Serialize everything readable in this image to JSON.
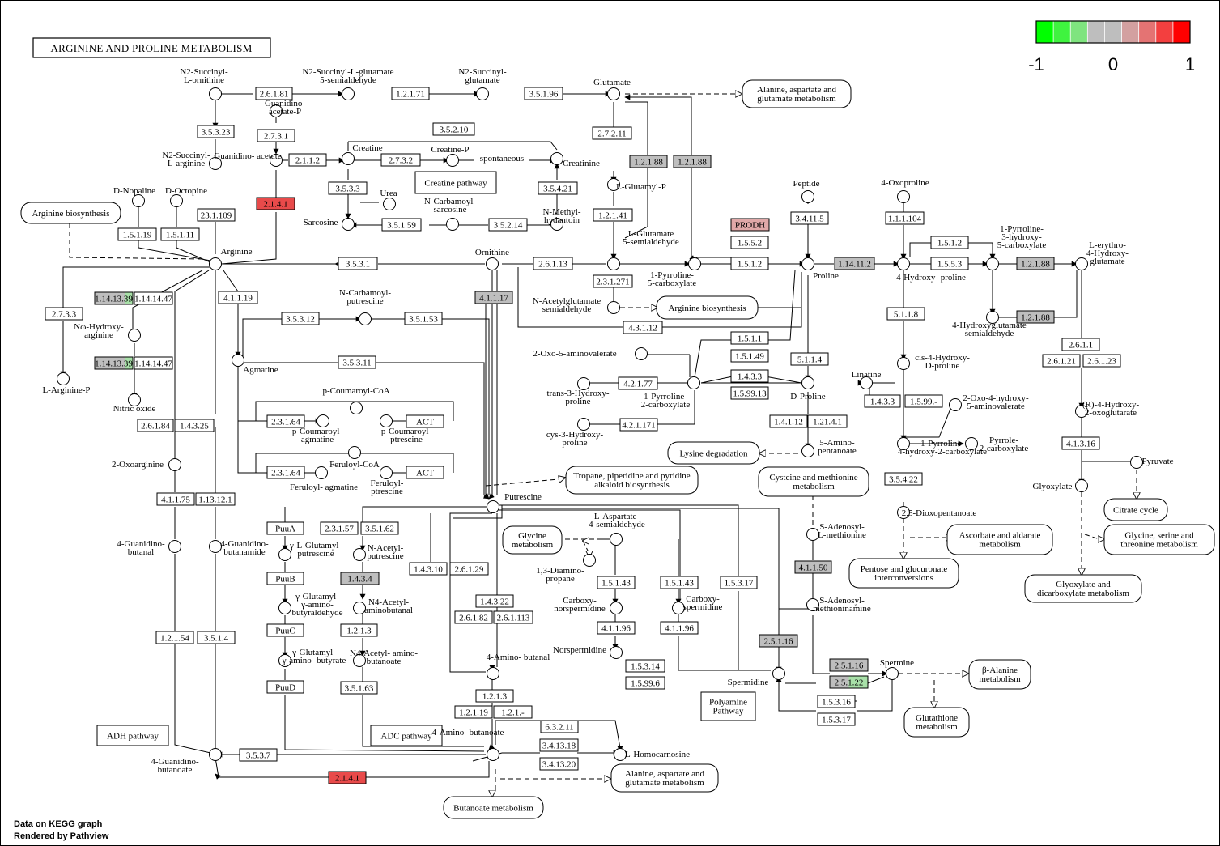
{
  "title": "ARGININE AND PROLINE METABOLISM",
  "credits": [
    "Data on KEGG graph",
    "Rendered by Pathview"
  ],
  "legend": {
    "min_label": "-1",
    "mid_label": "0",
    "max_label": "1",
    "colors": [
      "#00ff00",
      "#3ff33f",
      "#7fe47f",
      "#bebebe",
      "#bebebe",
      "#d3a0a0",
      "#e47373",
      "#f33f3f",
      "#ff0000"
    ]
  },
  "colors": {
    "high_red": "#e84a4a",
    "pink": "#e0a8a8",
    "gray": "#bebebe",
    "green_part": "#a8e0a8",
    "white": "#ffffff"
  },
  "pathway_boxes": [
    "Alanine, aspartate and glutamate metabolism",
    "Arginine biosynthesis",
    "Arginine biosynthesis",
    "Creatine pathway",
    "Tropane, piperidine and pyridine alkaloid biosynthesis",
    "Lysine degradation",
    "Cysteine and methionine metabolism",
    "Glycine metabolism",
    "Pentose and glucuronate interconversions",
    "Ascorbate and aldarate metabolism",
    "Citrate cycle",
    "Glycine, serine and threonine metabolism",
    "Glyoxylate and dicarboxylate metabolism",
    "β-Alanine metabolism",
    "Glutathione metabolism",
    "Polyamine Pathway",
    "ADH pathway",
    "ADC pathway",
    "Alanine, aspartate and glutamate metabolism",
    "Butanoate metabolism"
  ],
  "compounds": [
    "N2-Succinyl- L-ornithine",
    "N2-Succinyl-L-glutamate 5-semialdehyde",
    "N2-Succinyl- glutamate",
    "Glutamate",
    "Guanidino- acetate-P",
    "N2-Succinyl- L-arginine",
    "Guanidino- acetate",
    "Creatine",
    "Creatine-P",
    "spontaneous",
    "Creatinine",
    "L-Glutamyl-P",
    "Urea",
    "N-Carbamoyl- sarcosine",
    "Sarcosine",
    "N-Methyl- hydantoin",
    "D-Nopaline",
    "D-Octopine",
    "Arginine",
    "L-Glutamate 5-semialdehyde",
    "Ornithine",
    "Peptide",
    "4-Oxoproline",
    "1-Pyrroline- 3-hydroxy- 5-carboxylate",
    "L-erythro- 4-Hydroxy- glutamate",
    "1-Pyrroline- 5-carboxylate",
    "Proline",
    "4-Hydroxy- proline",
    "N-Acetylglutamate semialdehyde",
    "4-Hydroxyglutamate semialdehyde",
    "Nω-Hydroxy- arginine",
    "N-Carbamoyl- putrescine",
    "L-Arginine-P",
    "Nitric oxide",
    "Agmatine",
    "2-Oxo-5-aminovalerate",
    "cis-4-Hydroxy- D-proline",
    "Linatine",
    "trans-3-Hydroxy- proline",
    "1-Pyrroline- 2-carboxylate",
    "D-Proline",
    "2-Oxo-4-hydroxy- 5-aminovalerate",
    "p-Coumaroyl-CoA",
    "p-Coumaroyl- agmatine",
    "p-Coumaroyl- ptrescine",
    "(R)-4-Hydroxy- 2-oxoglutarate",
    "cys-3-Hydroxy- proline",
    "5-Amino- pentanoate",
    "1-Pyrroline- 4-hydroxy-2-carboxylate",
    "Pyrrole- 2-carboxylate",
    "Feruloyl-CoA",
    "Feruloyl- agmatine",
    "Feruloyl- ptrescine",
    "2-Oxoarginine",
    "Putrescine",
    "Pyruvate",
    "Glyoxylate",
    "L-Aspartate- 4-semialdehyde",
    "S-Adenosyl- L-methionine",
    "2,5-Dioxopentanoate",
    "4-Guanidino- butanal",
    "4-Guanidino- butanamide",
    "γ-L-Glutamyl- putrescine",
    "N-Acetyl- putrescine",
    "1,3-Diamino- propane",
    "γ-Glutamyl- γ-amino- butyraldehyde",
    "N4-Acetyl- aminobutanal",
    "Carboxy- norspermidine",
    "Carboxy- spermidine",
    "S-Adenosyl- methioninamine",
    "γ-Glutamyl- γ-amino- butyrate",
    "N4-Acetyl- amino- butanoate",
    "Norspermidine",
    "4-Amino- butanal",
    "Spermine",
    "Spermidine",
    "4-Guanidino- butanoate",
    "4-Amino- butanoate",
    "L-Homocarnosine"
  ],
  "enzymes": [
    "2.6.1.81",
    "1.2.1.71",
    "3.5.1.96",
    "3.5.3.23",
    "2.7.3.1",
    "3.5.2.10",
    "2.1.1.2",
    "2.7.3.2",
    "2.7.2.11",
    "1.2.1.88",
    "1.2.1.88",
    "3.5.3.3",
    "3.5.4.21",
    "2.1.4.1",
    "23.1.109",
    "3.5.1.59",
    "3.5.2.14",
    "1.2.1.41",
    "PRODH",
    "1.5.5.2",
    "3.4.11.5",
    "1.1.1.104",
    "1.5.1.19",
    "1.5.1.11",
    "3.5.3.1",
    "2.6.1.13",
    "1.5.1.2",
    "1.14.11.2",
    "1.5.1.2",
    "1.5.5.3",
    "1.2.1.88",
    "2.3.1.271",
    "1.14.13.39",
    "1.14.14.47",
    "4.1.1.19",
    "4.1.1.17",
    "2.7.3.3",
    "3.5.3.12",
    "3.5.1.53",
    "4.3.1.12",
    "1.2.1.88",
    "1.5.1.1",
    "5.1.1.8",
    "1.14.13.39",
    "1.14.14.47",
    "3.5.3.11",
    "1.5.1.49",
    "5.1.1.4",
    "2.6.1.1",
    "4.2.1.77",
    "1.4.3.3",
    "2.6.1.21",
    "2.6.1.23",
    "1.5.99.13",
    "1.4.3.3",
    "1.5.99.-",
    "2.6.1.84",
    "1.4.3.25",
    "2.3.1.64",
    "ACT",
    "4.2.1.171",
    "1.4.1.12",
    "1.21.4.1",
    "4.1.3.16",
    "2.3.1.64",
    "ACT",
    "3.5.4.22",
    "4.1.1.75",
    "1.13.12.1",
    "PuuA",
    "2.3.1.57",
    "3.5.1.62",
    "1.4.3.10",
    "2.6.1.29",
    "1.5.1.43",
    "1.5.1.43",
    "1.5.3.17",
    "4.1.1.50",
    "PuuB",
    "1.4.3.4",
    "1.4.3.22",
    "2.6.1.82",
    "2.6.1.113",
    "4.1.1.96",
    "4.1.1.96",
    "PuuC",
    "1.2.1.3",
    "1.2.1.54",
    "3.5.1.4",
    "2.5.1.16",
    "1.5.3.14",
    "1.5.99.6",
    "2.5.1.16",
    "2.5.1.22",
    "PuuD",
    "3.5.1.63",
    "1.2.1.3",
    "1.2.1.19",
    "1.2.1.-",
    "1.5.3.16",
    "1.5.3.17",
    "6.3.2.11",
    "3.5.3.7",
    "3.4.13.18",
    "3.4.13.20",
    "2.1.4.1"
  ]
}
